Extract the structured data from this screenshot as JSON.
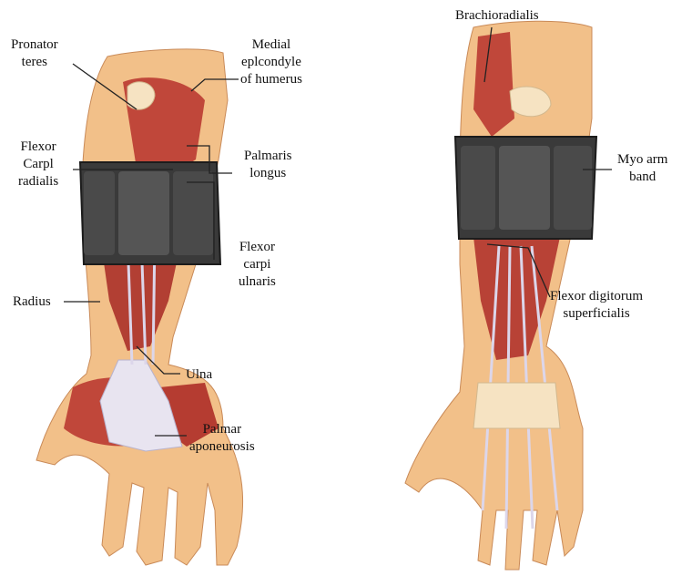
{
  "figure": {
    "left_panel": {
      "labels": {
        "pronator_teres": [
          "Pronator",
          "teres"
        ],
        "medial_epicondyle": [
          "Medial",
          "eplcondyle",
          "of humerus"
        ],
        "flexor_carpi_radialis": [
          "Flexor",
          "Carpl",
          "radialis"
        ],
        "palmaris_longus": [
          "Palmaris",
          "longus"
        ],
        "flexor_carpi_ulnaris": [
          "Flexor",
          "carpi",
          "ulnaris"
        ],
        "radius": [
          "Radius"
        ],
        "ulna": [
          "Ulna"
        ],
        "palmar_aponeurosis": [
          "Palmar",
          "aponeurosis"
        ]
      }
    },
    "right_panel": {
      "labels": {
        "brachioradialis": [
          "Brachioradialis"
        ],
        "myo_arm_band": [
          "Myo arm",
          "band"
        ],
        "flexor_digitorum_superficialis": [
          "Flexor digitorum",
          "superficialis"
        ]
      }
    },
    "colors": {
      "skin": "#f2c089",
      "muscle": "#c0473a",
      "muscle_dark": "#9a2f28",
      "tendon": "#e8e4f0",
      "bone": "#f6e3c2",
      "armband": "#3a3a3a",
      "leader": "#222222"
    }
  }
}
